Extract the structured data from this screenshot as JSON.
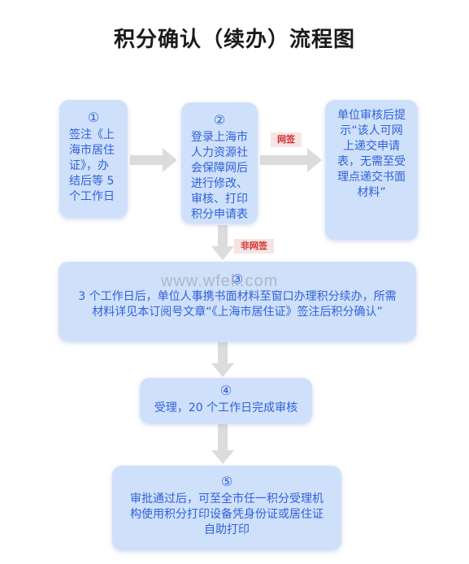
{
  "title": "积分确认（续办）流程图",
  "watermark": "www.wfek.com",
  "steps": [
    {
      "num": "①",
      "text": "签注《上海市居住证》，办结后等 5 个工作日"
    },
    {
      "num": "②",
      "text": "登录上海市人力资源社会保障网后进行修改、审核、打印积分申请表"
    },
    {
      "num": "",
      "text": "单位审核后提示“该人可网上递交申请表，无需至受理点递交书面材料”"
    },
    {
      "num": "③",
      "text": "3 个工作日后，单位人事携书面材料至窗口办理积分续办，所需材料详见本订阅号文章“《上海市居住证》签注后积分确认”"
    },
    {
      "num": "④",
      "text": "受理，20 个工作日完成审核"
    },
    {
      "num": "⑤",
      "text": "审批通过后，可至全市任一积分受理机构使用积分打印设备凭身份证或居住证自助打印"
    }
  ],
  "tags": {
    "online": "网签",
    "offline": "非网签"
  },
  "colors": {
    "box_fill": "#cfe0fb",
    "box_text": "#2f62d8",
    "arrow": "#dcdcdc",
    "tag_text": "#d62d2d",
    "tag_fill": "#f6e4e4"
  }
}
